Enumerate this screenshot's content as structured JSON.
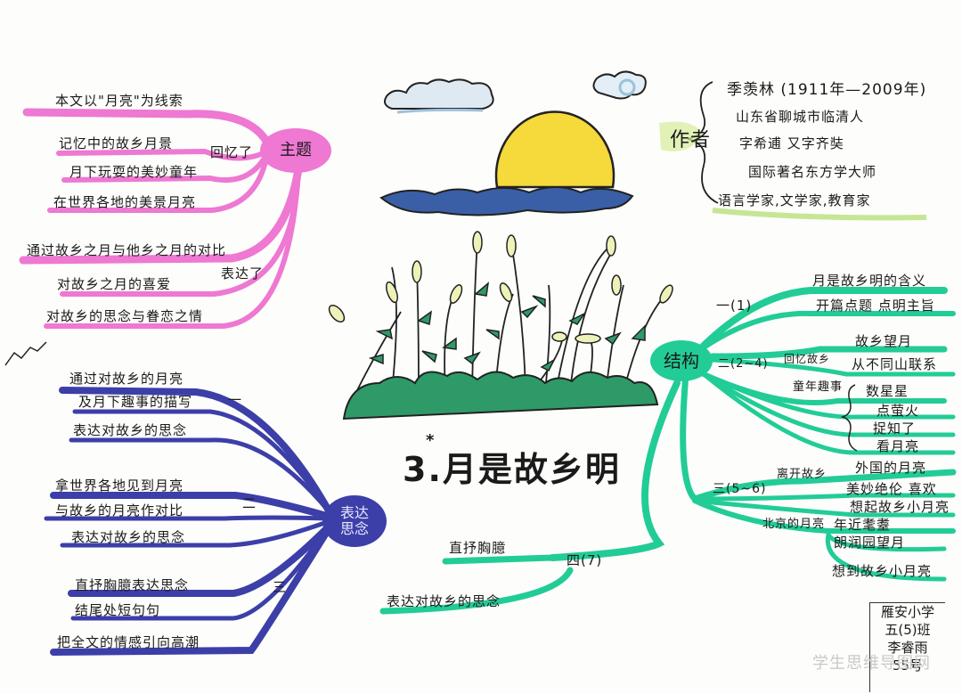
{
  "title": "3.月是故乡明",
  "title_mark": "*",
  "watermark": "学生思维导图网",
  "school": {
    "line1": "雁安小学",
    "line2": "五(5)班",
    "line3": "李睿雨",
    "line4": "55号"
  },
  "theme": {
    "label": "主题",
    "lead": "本文以\"月亮\"为线索",
    "connector1": "回忆了",
    "items1": [
      "记忆中的故乡月景",
      "月下玩耍的美妙童年",
      "在世界各地的美景月亮"
    ],
    "contrast": "通过故乡之月与他乡之月的对比",
    "connector2": "表达了",
    "items2": [
      "对故乡之月的喜爱",
      "对故乡的思念与眷恋之情"
    ]
  },
  "author": {
    "label": "作者",
    "lines": [
      "季羡林 (1911年—2009年)",
      "山东省聊城市临清人",
      "字希逋 又字齐奘",
      "国际著名东方学大师",
      "语言学家,文学家,教育家"
    ]
  },
  "structure": {
    "label": "结构",
    "p1": {
      "num": "一(1)",
      "items": [
        "月是故乡明的含义",
        "开篇点题 点明主旨"
      ]
    },
    "p2": {
      "num": "二(2~4)",
      "sub": "回忆故乡",
      "items": [
        "故乡望月",
        "从不同山联系"
      ],
      "sub2": "童年趣事",
      "fun": [
        "数星星",
        "点萤火",
        "捉知了",
        "看月亮"
      ]
    },
    "p3": {
      "num": "三(5~6)",
      "sub": "离开故乡",
      "items": [
        "外国的月亮",
        "美妙绝伦 喜欢",
        "想起故乡小月亮"
      ],
      "sub2": "北京的月亮",
      "items2": [
        "年近耄耋",
        "朗润园望月",
        "想到故乡小月亮"
      ]
    },
    "p4": {
      "num": "四(7)",
      "items": [
        "直抒胸臆",
        "表达对故乡的思念"
      ]
    }
  },
  "expression": {
    "label": "表达思念",
    "b1": {
      "num": "一",
      "items": [
        "通过对故乡的月亮",
        "及月下趣事的描写",
        "表达对故乡的思念"
      ]
    },
    "b2": {
      "num": "二",
      "items": [
        "拿世界各地见到月亮",
        "与故乡的月亮作对比",
        "表达对故乡的思念"
      ]
    },
    "b3": {
      "num": "三",
      "items": [
        "直抒胸臆表达思念",
        "结尾处短句句",
        "把全文的情感引向高潮"
      ]
    }
  }
}
